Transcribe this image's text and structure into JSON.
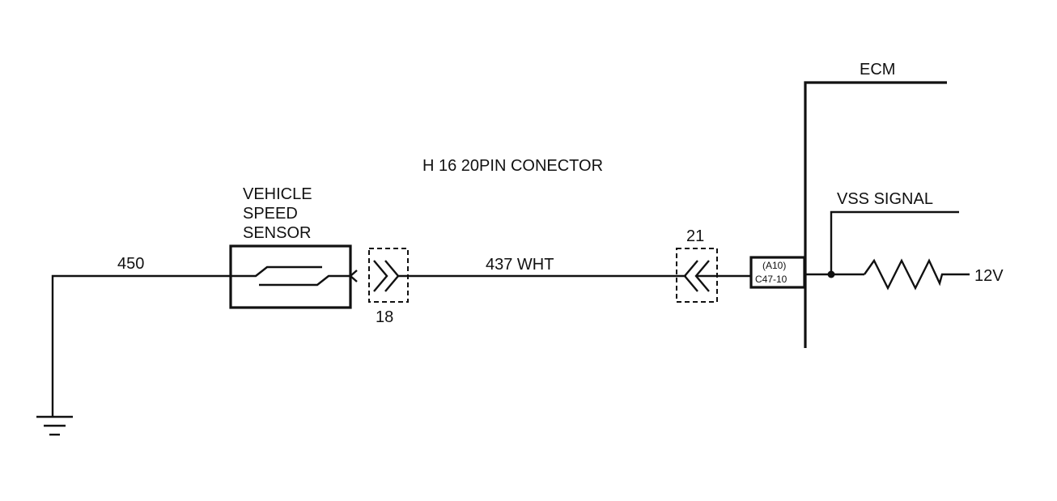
{
  "labels": {
    "ecm": "ECM",
    "connector_title": "H 16 20PIN CONECTOR",
    "sensor_line1": "VEHICLE",
    "sensor_line2": "SPEED",
    "sensor_line3": "SENSOR",
    "vss_signal": "VSS SIGNAL",
    "wire_ground": "450",
    "wire_signal": "437 WHT",
    "pin_left": "18",
    "pin_right": "21",
    "ecm_pin_line1": "(A10)",
    "ecm_pin_line2": "C47-10",
    "voltage": "12V"
  },
  "colors": {
    "ink": "#111111",
    "background": "#ffffff"
  }
}
